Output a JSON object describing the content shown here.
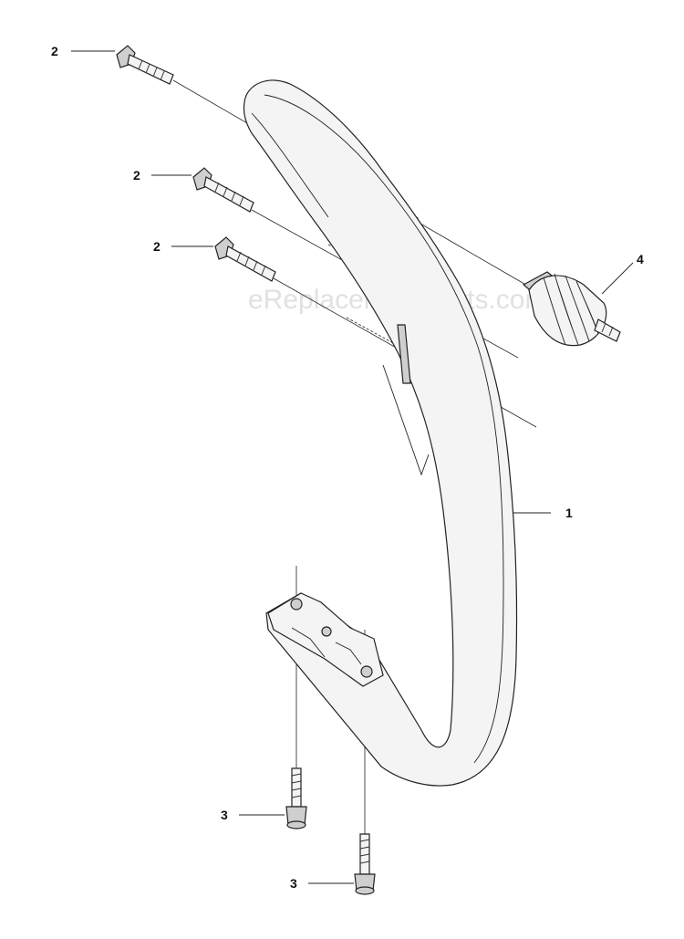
{
  "callouts": {
    "bolt_top": "2",
    "bolt_middle": "2",
    "bolt_lower": "2",
    "spring": "4",
    "handle": "1",
    "screw_left": "3",
    "screw_right": "3"
  },
  "watermark": "eReplacementParts.com"
}
